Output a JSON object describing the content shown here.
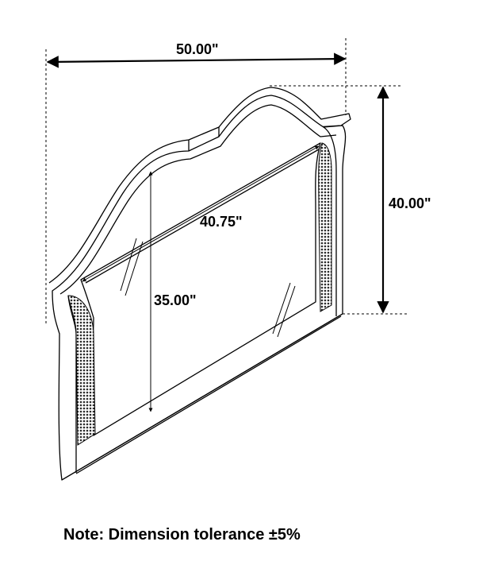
{
  "dimensions": {
    "width": "50.00\"",
    "height": "40.00\"",
    "glass_diagonal": "40.75\"",
    "glass_height": "35.00\""
  },
  "note": "Note: Dimension tolerance ±5%",
  "colors": {
    "line": "#000000",
    "background": "#ffffff",
    "mesh": "#3a3a3a"
  }
}
